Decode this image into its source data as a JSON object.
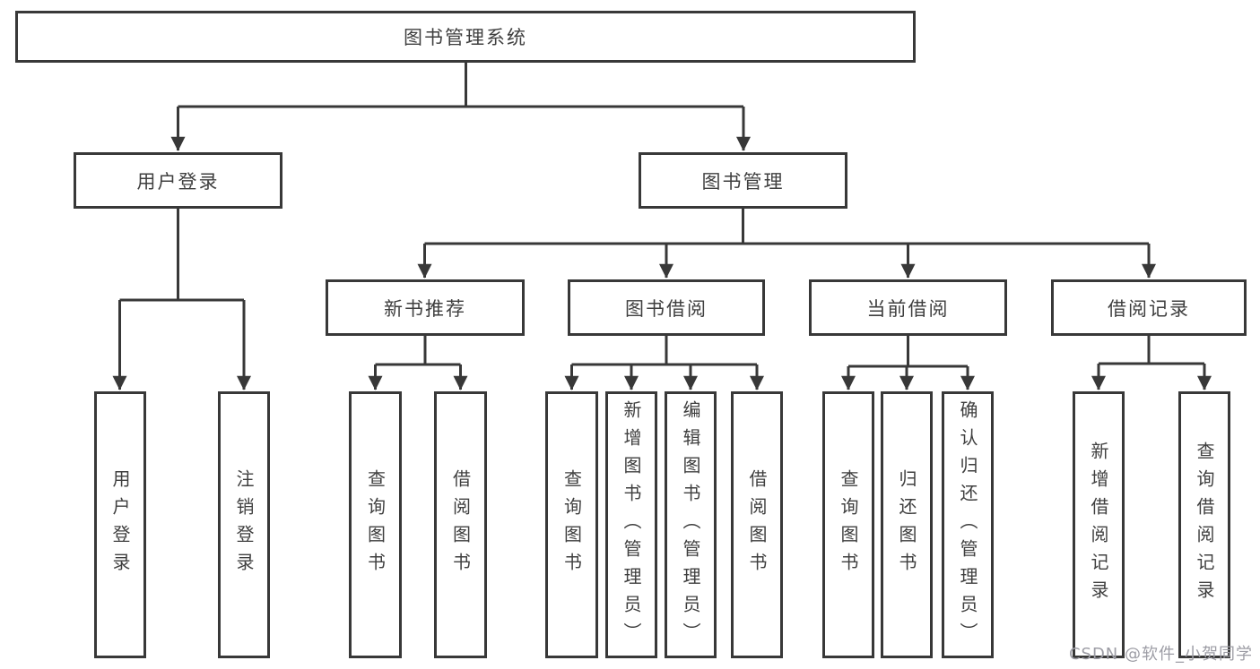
{
  "diagram": {
    "root": {
      "label": "图书管理系统"
    },
    "level2": [
      {
        "id": "user-login",
        "label": "用户登录",
        "parent": "root"
      },
      {
        "id": "book-management",
        "label": "图书管理",
        "parent": "root"
      }
    ],
    "level3": [
      {
        "id": "new-book-recommend",
        "label": "新书推荐",
        "parent": "book-management"
      },
      {
        "id": "book-borrowing",
        "label": "图书借阅",
        "parent": "book-management"
      },
      {
        "id": "current-borrowing",
        "label": "当前借阅",
        "parent": "book-management"
      },
      {
        "id": "borrowing-records",
        "label": "借阅记录",
        "parent": "book-management"
      }
    ],
    "leaves": [
      {
        "label": "用户登录",
        "parent": "user-login"
      },
      {
        "label": "注销登录",
        "parent": "user-login"
      },
      {
        "label": "查询图书",
        "parent": "new-book-recommend"
      },
      {
        "label": "借阅图书",
        "parent": "new-book-recommend"
      },
      {
        "label": "查询图书",
        "parent": "book-borrowing"
      },
      {
        "label": "新增图书（管理员）",
        "parent": "book-borrowing"
      },
      {
        "label": "编辑图书（管理员）",
        "parent": "book-borrowing"
      },
      {
        "label": "借阅图书",
        "parent": "book-borrowing"
      },
      {
        "label": "查询图书",
        "parent": "current-borrowing"
      },
      {
        "label": "归还图书",
        "parent": "current-borrowing"
      },
      {
        "label": "确认归还（管理员）",
        "parent": "current-borrowing"
      },
      {
        "label": "新增借阅记录",
        "parent": "borrowing-records"
      },
      {
        "label": "查询借阅记录",
        "parent": "borrowing-records"
      }
    ]
  },
  "watermark": {
    "text": "CSDN @软件_小贺同学"
  },
  "colors": {
    "line": "#383838",
    "text": "#3f3f3f",
    "background": "#ffffff",
    "watermark": "#9d9da5"
  }
}
